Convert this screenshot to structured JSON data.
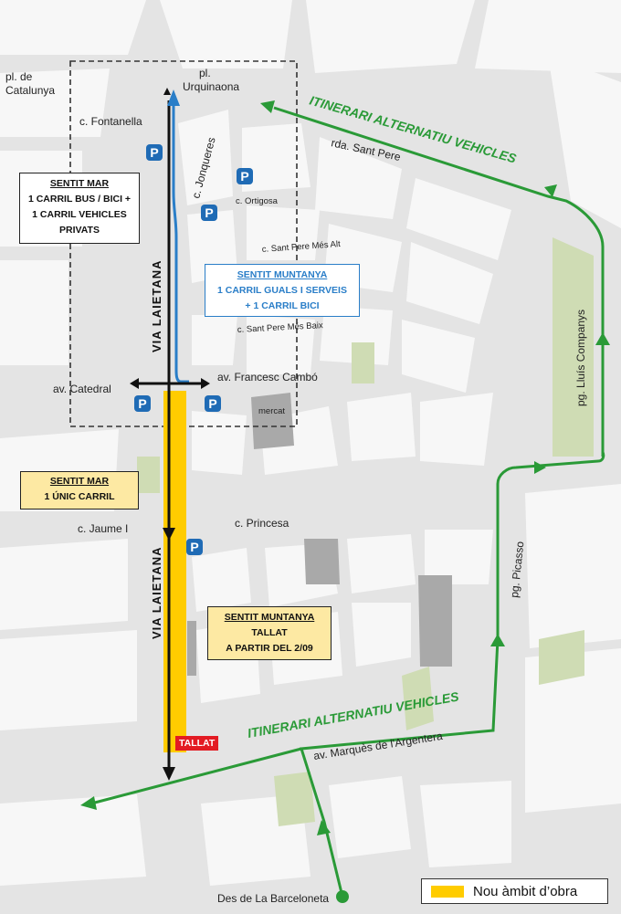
{
  "colors": {
    "background": "#e4e4e4",
    "block": "#f7f7f7",
    "park": "#cfdcb4",
    "building": "#a9a9a9",
    "work_zone": "#ffcc00",
    "route_green": "#2a9a37",
    "north_lane_blue": "#2a7ec8",
    "parking": "#1f6bb5",
    "tallat_badge": "#e31b23"
  },
  "streets": {
    "pl_catalunya": [
      "pl. de",
      "Catalunya"
    ],
    "pl_urquinaona": [
      "pl.",
      "Urquinaona"
    ],
    "c_fontanella": "c. Fontanella",
    "c_jonqueres": "c. Jonqueres",
    "rda_sant_pere": "rda. Sant Pere",
    "c_ortigosa": "c. Ortigosa",
    "c_sant_pere_mes_alt": "c. Sant Pere Més Alt",
    "c_sant_pere_mes_baix": "c. Sant Pere Més Baix",
    "av_catedral": "av. Catedral",
    "av_francesc_cambo": "av. Francesc Cambó",
    "mercat": "mercat",
    "c_jaume_i": "c. Jaume I",
    "c_princesa": "c. Princesa",
    "pg_lluis_companys": "pg. Lluís Companys",
    "pg_picasso": "pg. Picasso",
    "av_marques": "av. Marquès de l'Argentera",
    "des_barceloneta": "Des de La Barceloneta",
    "via_laietana_top": "VIA LAIETANA",
    "via_laietana_bottom": "VIA LAIETANA"
  },
  "routes": {
    "alt_top": "ITINERARI ALTERNATIU VEHICLES",
    "alt_bottom": "ITINERARI ALTERNATIU VEHICLES"
  },
  "parking_label": "P",
  "boxes": {
    "sentit_mar_top": {
      "title": "SENTIT MAR",
      "lines": [
        "1 CARRIL BUS / BICI +",
        "1 CARRIL VEHICLES",
        "PRIVATS"
      ]
    },
    "sentit_muntanya_top": {
      "title": "SENTIT MUNTANYA",
      "lines": [
        "1 CARRIL GUALS I SERVEIS",
        "+ 1 CARRIL BICI"
      ]
    },
    "sentit_mar_bottom": {
      "title": "SENTIT MAR",
      "lines": [
        "1 ÚNIC CARRIL"
      ]
    },
    "sentit_muntanya_bottom": {
      "title": "SENTIT MUNTANYA",
      "lines": [
        "TALLAT",
        "A PARTIR DEL 2/09"
      ]
    }
  },
  "tallat": "TALLAT",
  "legend": {
    "label": "Nou àmbit d’obra"
  }
}
